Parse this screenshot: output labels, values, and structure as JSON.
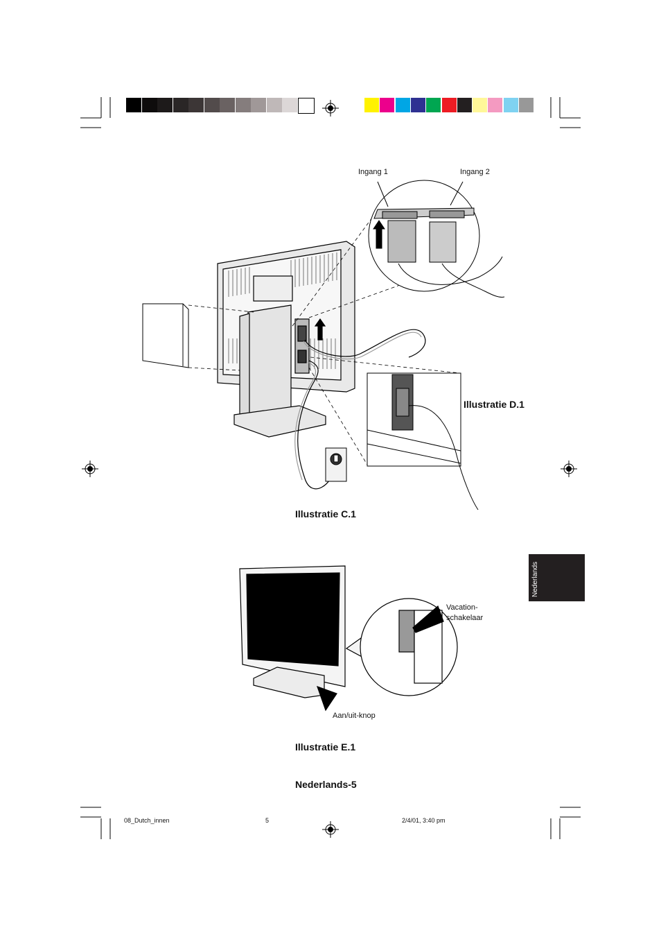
{
  "swatches": {
    "grays": [
      "#000000",
      "#0e0c0c",
      "#1d1a1a",
      "#2a2626",
      "#3c3636",
      "#524b4b",
      "#6a6262",
      "#857d7d",
      "#a09898",
      "#bfb8b8",
      "#dcd7d7",
      "#ffffff"
    ],
    "colors": [
      "#fff200",
      "#ec008c",
      "#00a6e5",
      "#2e3192",
      "#00a651",
      "#ed1c24",
      "#231f20",
      "#fff799",
      "#f49ac1",
      "#7fd2f1",
      "#989898"
    ]
  },
  "labels": {
    "ingang1": "Ingang 1",
    "ingang2": "Ingang 2",
    "illus_d1": "Illustratie D.1",
    "illus_c1": "Illustratie C.1",
    "vacation": "Vacation-",
    "schakelaar": "schakelaar",
    "aan_uit": "Aan/uit-knop",
    "illus_e1": "Illustratie E.1",
    "page_title": "Nederlands-5",
    "tab": "Nederlands"
  },
  "footer": {
    "file": "08_Dutch_innen",
    "page": "5",
    "date": "2/4/01, 3:40 pm"
  }
}
